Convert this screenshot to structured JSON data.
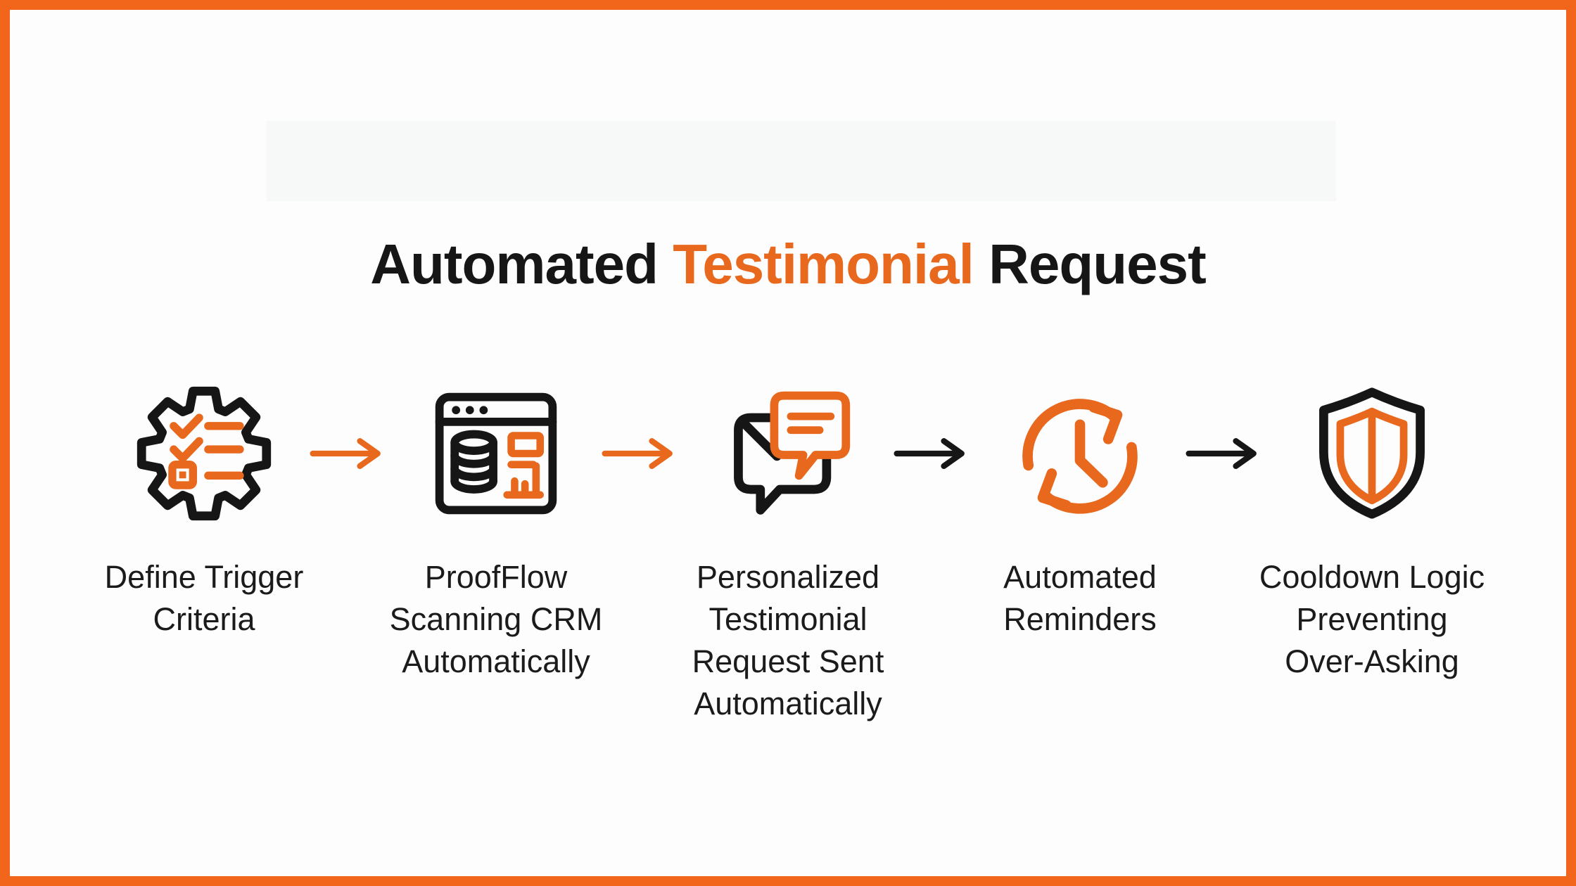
{
  "title": {
    "prefix": "Automated ",
    "highlight": "Testimonial",
    "suffix": " Request"
  },
  "colors": {
    "accent": "#E8691E",
    "ink": "#161616",
    "border": "#F2661C",
    "background": "#FDFDFD"
  },
  "steps": [
    {
      "icon": "gear-checklist-icon",
      "label": "Define Trigger\nCriteria"
    },
    {
      "icon": "browser-database-icon",
      "label": "ProofFlow\nScanning CRM\nAutomatically"
    },
    {
      "icon": "message-send-icon",
      "label": "Personalized\nTestimonial\nRequest Sent\nAutomatically"
    },
    {
      "icon": "clock-refresh-icon",
      "label": "Automated\nReminders"
    },
    {
      "icon": "shield-icon",
      "label": "Cooldown Logic\nPreventing\nOver-Asking"
    }
  ],
  "arrows": [
    {
      "color": "accent"
    },
    {
      "color": "accent"
    },
    {
      "color": "ink"
    },
    {
      "color": "ink"
    }
  ]
}
